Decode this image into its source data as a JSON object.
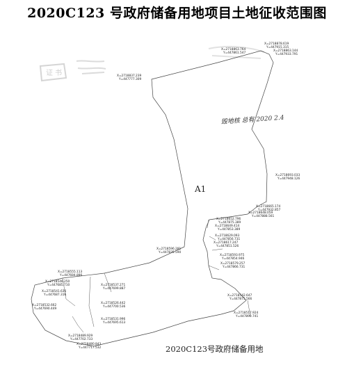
{
  "title": "2020C123 号政府储备用地项目土地征收范围图",
  "parcel_label": "A1",
  "bottom_caption": "2020C123号政府储备用地",
  "signature": "毁地核 总有 2020 2.4",
  "stamp_text": "证 书",
  "coordinates": [
    {
      "x": "X=2718863.764",
      "y": "Y=447861.547"
    },
    {
      "x": "X=2718878.619",
      "y": "Y=447915.315"
    },
    {
      "x": "X=2718863.144",
      "y": "Y=447933.791"
    },
    {
      "x": "X=2718837.239",
      "y": "Y=447777.309"
    },
    {
      "x": "X=2718693.033",
      "y": "Y=447948.126"
    },
    {
      "x": "X=2718665.174",
      "y": "Y=447932.857"
    },
    {
      "x": "X=2718648.059",
      "y": "Y=447888.561"
    },
    {
      "x": "X=2718652.796",
      "y": "Y=447875.389"
    },
    {
      "x": "X=2718649.414",
      "y": "Y=447853.389"
    },
    {
      "x": "X=2718629.093",
      "y": "Y=447856.731"
    },
    {
      "x": "X=2718617.247",
      "y": "Y=447851.526"
    },
    {
      "x": "X=2718593.975",
      "y": "Y=447854.946"
    },
    {
      "x": "X=2718579.257",
      "y": "Y=447866.731"
    },
    {
      "x": "X=2718542.647",
      "y": "Y=447875.566"
    },
    {
      "x": "X=2718517.924",
      "y": "Y=447890.741"
    },
    {
      "x": "X=2718596.281",
      "y": "Y=447835.590"
    },
    {
      "x": "X=2718555.113",
      "y": "Y=447684.886"
    },
    {
      "x": "X=2718546.250",
      "y": "Y=447685.710"
    },
    {
      "x": "X=2718541.636",
      "y": "Y=447687.316"
    },
    {
      "x": "X=2718532.662",
      "y": "Y=447690.449"
    },
    {
      "x": "X=2718537.271",
      "y": "Y=447699.887"
    },
    {
      "x": "X=2718526.442",
      "y": "Y=447700.536"
    },
    {
      "x": "X=2718531.996",
      "y": "Y=447695.613"
    },
    {
      "x": "X=2718489.929",
      "y": "Y=447702.733"
    },
    {
      "x": "X=2718480.843",
      "y": "Y=447717.532"
    }
  ]
}
